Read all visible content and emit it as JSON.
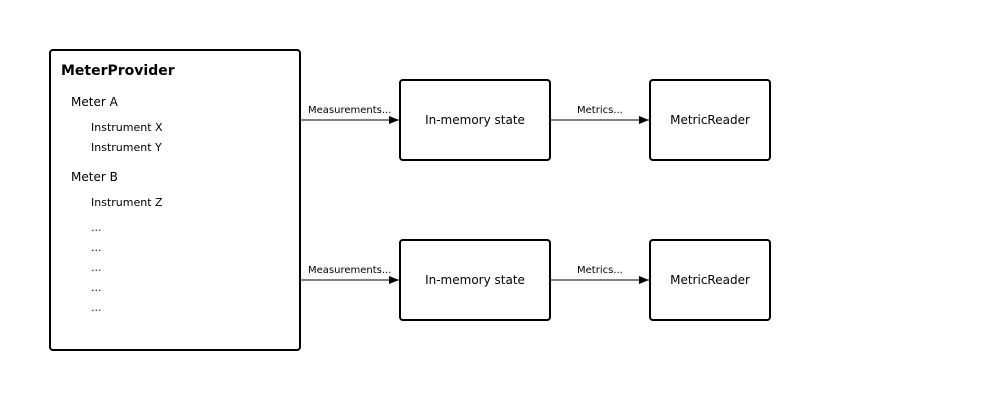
{
  "meter_provider": {
    "title": "MeterProvider",
    "meters": [
      {
        "name": "Meter A",
        "instruments": [
          "Instrument X",
          "Instrument Y"
        ]
      },
      {
        "name": "Meter B",
        "instruments": [
          "Instrument Z"
        ]
      }
    ],
    "ellipses": [
      "...",
      "...",
      "...",
      "...",
      "..."
    ]
  },
  "pipelines": [
    {
      "measurements_label": "Measurements...",
      "state_label": "In-memory state",
      "metrics_label": "Metrics...",
      "reader_label": "MetricReader"
    },
    {
      "measurements_label": "Measurements...",
      "state_label": "In-memory state",
      "metrics_label": "Metrics...",
      "reader_label": "MetricReader"
    }
  ],
  "colors": {
    "stroke": "#000000",
    "background": "#ffffff"
  }
}
